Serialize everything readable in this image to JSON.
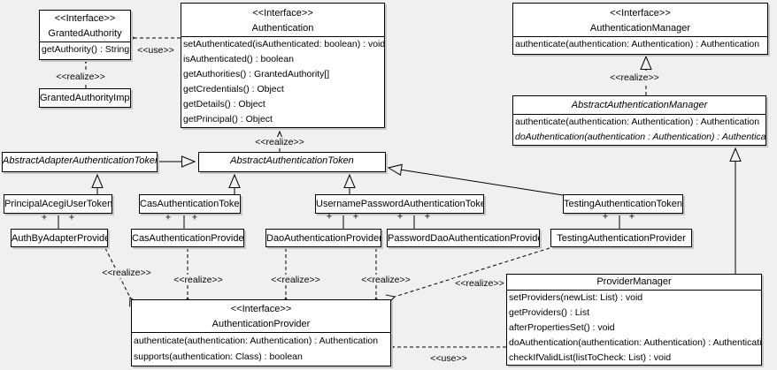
{
  "diagram": {
    "background_color": "#f0f0f0",
    "box_fill": "#ffffff",
    "border_color": "#000000",
    "shadow_color": "#c6c6c6"
  },
  "labels": {
    "use": "<<use>>",
    "realize": "<<realize>>",
    "plus": "+"
  },
  "classes": {
    "granted_authority": {
      "stereotype": "<<Interface>>",
      "name": "GrantedAuthority",
      "methods": [
        "getAuthority() : String"
      ]
    },
    "granted_authority_impl": {
      "name": "GrantedAuthorityImpl"
    },
    "authentication": {
      "stereotype": "<<Interface>>",
      "name": "Authentication",
      "methods": [
        "setAuthenticated(isAuthenticated: boolean) : void",
        "isAuthenticated() : boolean",
        "getAuthorities() : GrantedAuthority[]",
        "getCredentials() : Object",
        "getDetails() : Object",
        "getPrincipal() : Object"
      ]
    },
    "authentication_manager": {
      "stereotype": "<<Interface>>",
      "name": "AuthenticationManager",
      "methods": [
        "authenticate(authentication: Authentication) : Authentication"
      ]
    },
    "abstract_authentication_manager": {
      "name": "AbstractAuthenticationManager",
      "methods": [
        "authenticate(authentication: Authentication) : Authentication",
        "doAuthentication(authentication : Authentication) : Authentication"
      ]
    },
    "abstract_adapter_authentication_token": {
      "name": "AbstractAdapterAuthenticationToken"
    },
    "abstract_authentication_token": {
      "name": "AbstractAuthenticationToken"
    },
    "principal_acegi_user_token": {
      "name": "PrincipalAcegiUserToken"
    },
    "cas_authentication_token": {
      "name": "CasAuthenticationToken"
    },
    "username_password_authentication_token": {
      "name": "UsernamePasswordAuthenticationToken"
    },
    "testing_authentication_token": {
      "name": "TestingAuthenticationToken"
    },
    "auth_by_adapter_provider": {
      "name": "AuthByAdapterProvider"
    },
    "cas_authentication_provider": {
      "name": "CasAuthenticationProvider"
    },
    "dao_authentication_provider": {
      "name": "DaoAuthenticationProvider"
    },
    "password_dao_authentication_provider": {
      "name": "PasswordDaoAuthenticationProvider"
    },
    "testing_authentication_provider": {
      "name": "TestingAuthenticationProvider"
    },
    "authentication_provider": {
      "stereotype": "<<Interface>>",
      "name": "AuthenticationProvider",
      "methods": [
        "authenticate(authentication: Authentication) : Authentication",
        "supports(authentication: Class) : boolean"
      ]
    },
    "provider_manager": {
      "name": "ProviderManager",
      "methods": [
        "setProviders(newList: List) : void",
        "getProviders() : List",
        "afterPropertiesSet() : void",
        "doAuthentication(authentication: Authentication) : Authentication",
        "checkIfValidList(listToCheck: List) : void"
      ]
    }
  },
  "relationships": [
    {
      "from": "Authentication",
      "to": "GrantedAuthority",
      "type": "use"
    },
    {
      "from": "GrantedAuthorityImpl",
      "to": "GrantedAuthority",
      "type": "realize"
    },
    {
      "from": "AbstractAuthenticationToken",
      "to": "Authentication",
      "type": "realize"
    },
    {
      "from": "AbstractAuthenticationManager",
      "to": "AuthenticationManager",
      "type": "realize"
    },
    {
      "from": "AbstractAdapterAuthenticationToken",
      "to": "AbstractAuthenticationToken",
      "type": "generalization"
    },
    {
      "from": "PrincipalAcegiUserToken",
      "to": "AbstractAdapterAuthenticationToken",
      "type": "generalization"
    },
    {
      "from": "CasAuthenticationToken",
      "to": "AbstractAuthenticationToken",
      "type": "generalization"
    },
    {
      "from": "UsernamePasswordAuthenticationToken",
      "to": "AbstractAuthenticationToken",
      "type": "generalization"
    },
    {
      "from": "TestingAuthenticationToken",
      "to": "AbstractAuthenticationToken",
      "type": "generalization"
    },
    {
      "from": "ProviderManager",
      "to": "AbstractAuthenticationManager",
      "type": "generalization"
    },
    {
      "from": "PrincipalAcegiUserToken",
      "to": "AuthByAdapterProvider",
      "type": "association",
      "end_labels": [
        "+",
        "+"
      ]
    },
    {
      "from": "CasAuthenticationToken",
      "to": "CasAuthenticationProvider",
      "type": "association",
      "end_labels": [
        "+",
        "+"
      ]
    },
    {
      "from": "UsernamePasswordAuthenticationToken",
      "to": "DaoAuthenticationProvider",
      "type": "association",
      "end_labels": [
        "+",
        "+"
      ]
    },
    {
      "from": "UsernamePasswordAuthenticationToken",
      "to": "PasswordDaoAuthenticationProvider",
      "type": "association",
      "end_labels": [
        "+",
        "+"
      ]
    },
    {
      "from": "TestingAuthenticationToken",
      "to": "TestingAuthenticationProvider",
      "type": "association",
      "end_labels": [
        "+",
        "+"
      ]
    },
    {
      "from": "AuthByAdapterProvider",
      "to": "AuthenticationProvider",
      "type": "realize"
    },
    {
      "from": "CasAuthenticationProvider",
      "to": "AuthenticationProvider",
      "type": "realize"
    },
    {
      "from": "DaoAuthenticationProvider",
      "to": "AuthenticationProvider",
      "type": "realize"
    },
    {
      "from": "PasswordDaoAuthenticationProvider",
      "to": "AuthenticationProvider",
      "type": "realize"
    },
    {
      "from": "TestingAuthenticationProvider",
      "to": "AuthenticationProvider",
      "type": "realize"
    },
    {
      "from": "ProviderManager",
      "to": "AuthenticationProvider",
      "type": "use"
    }
  ]
}
